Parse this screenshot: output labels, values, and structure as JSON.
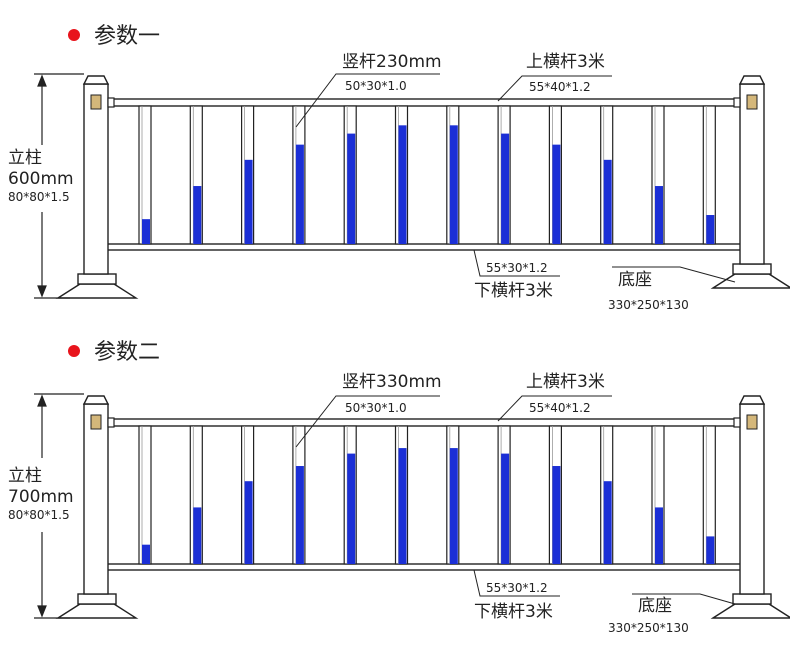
{
  "colors": {
    "bullet": "#e8141c",
    "fill": "#1b2fd6",
    "line": "#222222",
    "post_cap": "#d4b77a"
  },
  "panels": [
    {
      "title": "参数一",
      "picket_label": "竖杆230mm",
      "picket_spec": "50*30*1.0",
      "top_rail_label": "上横杆3米",
      "top_rail_spec": "55*40*1.2",
      "bottom_rail_spec": "55*30*1.2",
      "bottom_rail_label": "下横杆3米",
      "post_label": "立柱",
      "post_height": "600mm",
      "post_spec": "80*80*1.5",
      "base_label": "底座",
      "base_spec": "330*250*130",
      "fill_levels": [
        0.18,
        0.42,
        0.61,
        0.72,
        0.8,
        0.86,
        0.86,
        0.8,
        0.72,
        0.61,
        0.42,
        0.21
      ]
    },
    {
      "title": "参数二",
      "picket_label": "竖杆330mm",
      "picket_spec": "50*30*1.0",
      "top_rail_label": "上横杆3米",
      "top_rail_spec": "55*40*1.2",
      "bottom_rail_spec": "55*30*1.2",
      "bottom_rail_label": "下横杆3米",
      "post_label": "立柱",
      "post_height": "700mm",
      "post_spec": "80*80*1.5",
      "base_label": "底座",
      "base_spec": "330*250*130",
      "fill_levels": [
        0.14,
        0.41,
        0.6,
        0.71,
        0.8,
        0.84,
        0.84,
        0.8,
        0.71,
        0.6,
        0.41,
        0.2
      ]
    }
  ]
}
